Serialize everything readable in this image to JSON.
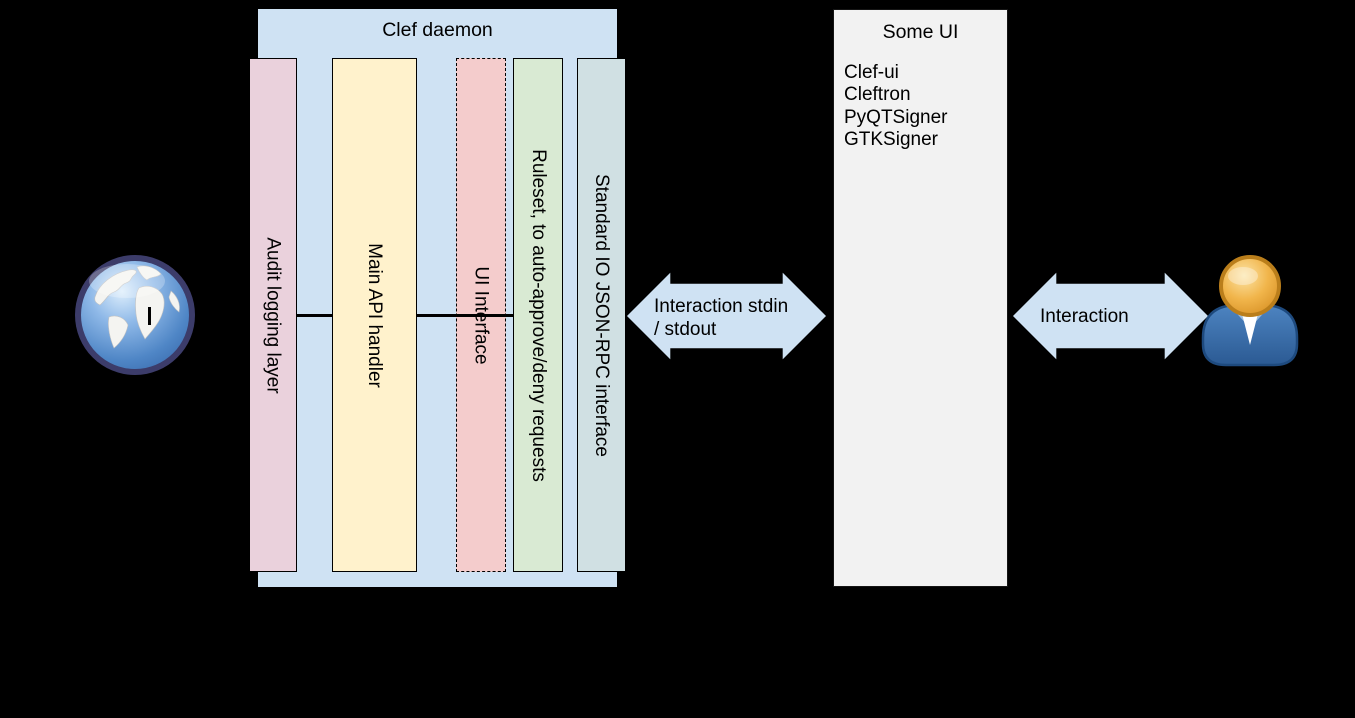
{
  "background": "#000000",
  "clef_daemon": {
    "title": "Clef daemon",
    "fill": "#cfe2f3",
    "layers": [
      {
        "label": "Audit logging layer",
        "fill": "#ead1dc",
        "border": "solid"
      },
      {
        "label": "Main API handler",
        "fill": "#fff2cc",
        "border": "solid"
      },
      {
        "label": "UI Interface",
        "fill": "#f4cccc",
        "border": "dashed"
      },
      {
        "label": "Ruleset, to auto-approve/deny requests",
        "fill": "#d9ead3",
        "border": "solid"
      },
      {
        "label": "Standard IO JSON-RPC interface",
        "fill": "#d0e0e3",
        "border": "solid"
      }
    ]
  },
  "some_ui": {
    "title": "Some UI",
    "fill": "#f2f2f2",
    "items": [
      "Clef-ui",
      "Cleftron",
      "PyQTSigner",
      "GTKSigner"
    ]
  },
  "arrows": {
    "fill": "#cfe2f3",
    "daemon_ui": {
      "line1": "Interaction stdin",
      "line2": "/ stdout"
    },
    "ui_user": {
      "line1": "Interaction"
    }
  },
  "icons": {
    "globe": "globe-icon",
    "user": "user-icon"
  }
}
